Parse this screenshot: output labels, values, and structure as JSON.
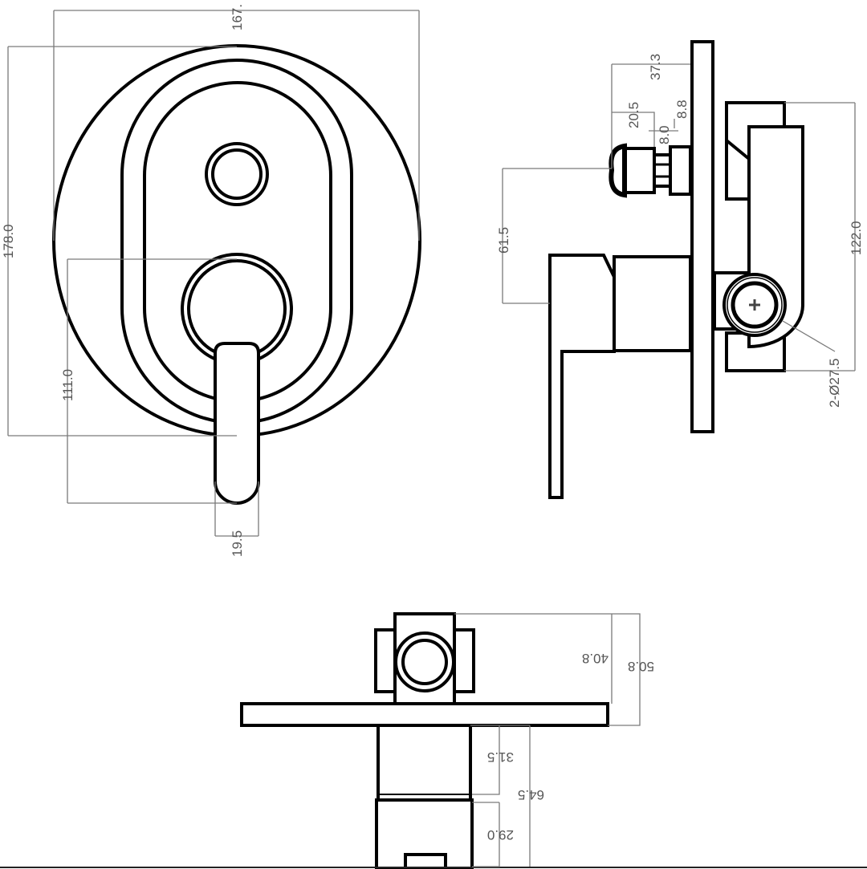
{
  "drawing": {
    "front_view": {
      "dimensions": {
        "overall_width": "167.",
        "overall_height": "178.0",
        "lever_offset": "111.0",
        "lever_width": "19.5"
      }
    },
    "side_view": {
      "dimensions": {
        "cartridge_depth": "37.3",
        "cartridge_body": "20.5",
        "thread_length": "8.0",
        "collar": "8.8",
        "handle_offset": "61.5",
        "body_height": "122.0",
        "inlet_diameter": "2-Ø27.5"
      }
    },
    "bottom_view": {
      "dimensions": {
        "top_total": "50.8",
        "top_body": "40.8",
        "handle_body": "31.5",
        "handle_total": "64.5",
        "handle_tip": "29.0"
      }
    },
    "colors": {
      "line": "#000000",
      "dimension": "#7a7a7a"
    }
  }
}
